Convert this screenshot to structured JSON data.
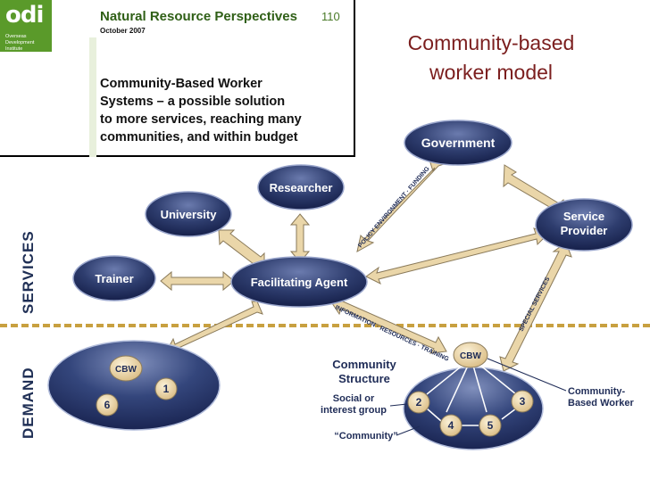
{
  "cover": {
    "logo_text": "odi",
    "logo_org": "Overseas Development Institute",
    "series": "Natural Resource Perspectives",
    "issue": "110",
    "date": "October 2007",
    "title_lines": [
      "Community-Based Worker",
      "Systems – a possible solution",
      "to more services, reaching many",
      "communities, and within budget"
    ]
  },
  "slide": {
    "title_line1": "Community-based",
    "title_line2": "worker model"
  },
  "zones": {
    "services": "SERVICES",
    "demand": "DEMAND"
  },
  "nodes": {
    "government": "Government",
    "researcher": "Researcher",
    "university": "University",
    "trainer": "Trainer",
    "facilitating_agent": "Facilitating Agent",
    "service_provider_1": "Service",
    "service_provider_2": "Provider",
    "cbw_top": "CBW",
    "cbw_left": "CBW"
  },
  "arrow_labels": {
    "policy": "POLICY ENVIRONMENT · FUNDING",
    "information": "INFORMATION · RESOURCES · TRAINING",
    "special": "SPECIAL SERVICES"
  },
  "community": {
    "structure_1": "Community",
    "structure_2": "Structure",
    "social_1": "Social or",
    "social_2": "interest group",
    "community_quote": "“Community”",
    "cbw_label_1": "Community-",
    "cbw_label_2": "Based Worker",
    "numbers_left": [
      "1",
      "6"
    ],
    "numbers_right": [
      "2",
      "3",
      "4",
      "5"
    ]
  },
  "colors": {
    "node_dark": "#1f2c57",
    "node_light": "#5a6a9a",
    "arrow": "#e8d4a8",
    "number_fill": "#f1dba8",
    "dash": "#c8a040",
    "title": "#7b1e1e"
  }
}
